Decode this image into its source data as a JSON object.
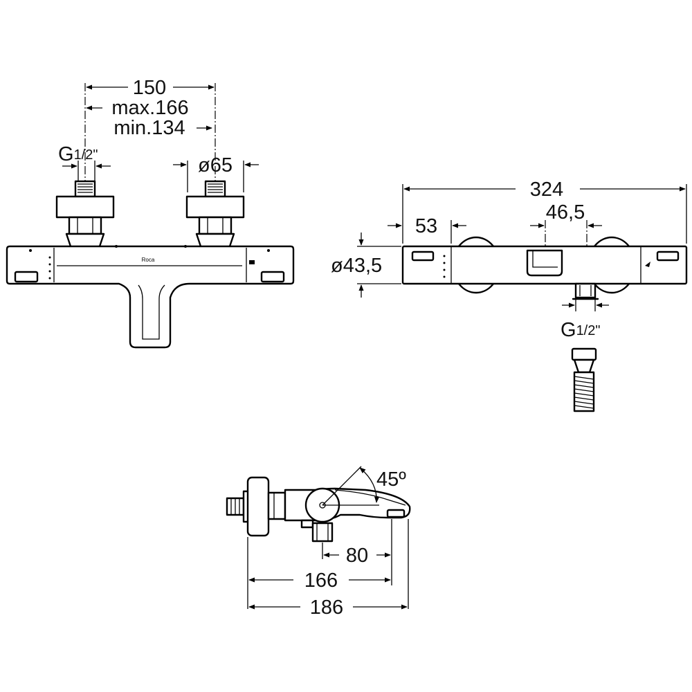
{
  "front_view": {
    "dim_centers": "150",
    "dim_max": "max.166",
    "dim_min": "min.134",
    "dim_inlet_base": "G",
    "dim_inlet_fraction": "1/2\"",
    "dim_eccentric": "ø65",
    "logo": "Roca"
  },
  "top_view": {
    "dim_length": "324",
    "dim_handle": "53",
    "dim_outlet_offset": "46,5",
    "dim_body_diameter": "ø43,5",
    "dim_outlet_base": "G",
    "dim_outlet_fraction": "1/2\""
  },
  "side_view": {
    "dim_angle": "45º",
    "dim_outlet_depth": "80",
    "dim_spout_depth": "166",
    "dim_total_depth": "186"
  }
}
